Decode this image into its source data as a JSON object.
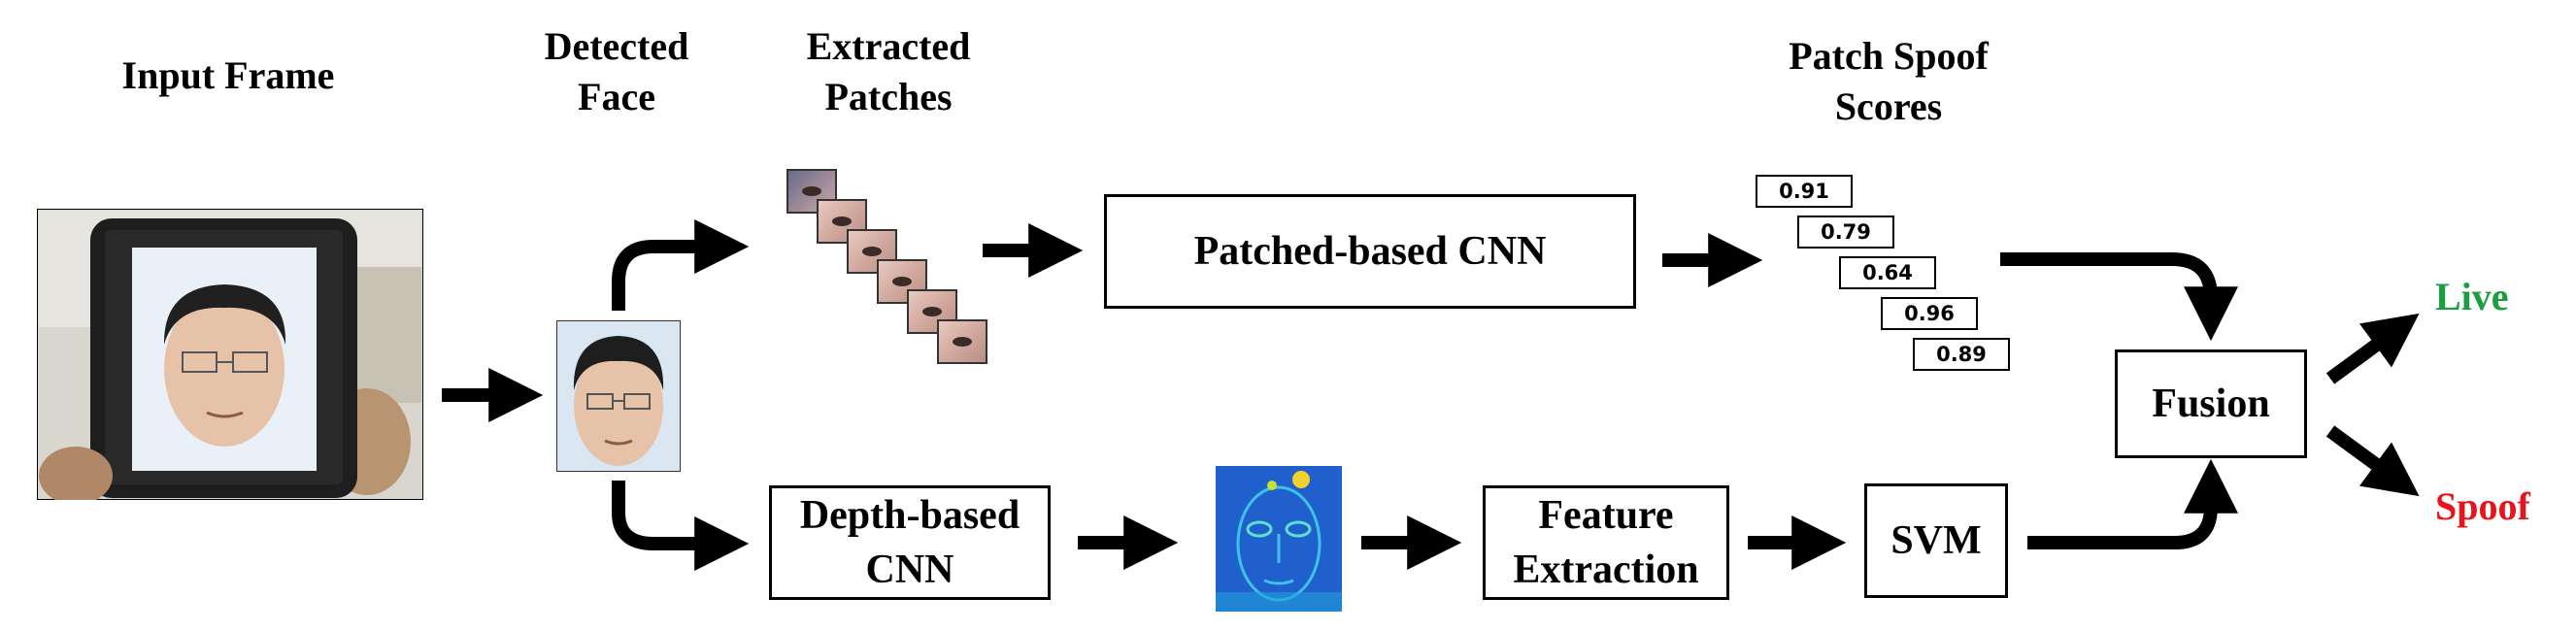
{
  "labels": {
    "input_frame": "Input Frame",
    "detected_face_1": "Detected",
    "detected_face_2": "Face",
    "extracted_patches_1": "Extracted",
    "extracted_patches_2": "Patches",
    "patch_spoof_scores_1": "Patch Spoof",
    "patch_spoof_scores_2": "Scores"
  },
  "boxes": {
    "patch_cnn": "Patched-based CNN",
    "depth_cnn_1": "Depth-based",
    "depth_cnn_2": "CNN",
    "feature_extraction_1": "Feature",
    "feature_extraction_2": "Extraction",
    "svm": "SVM",
    "fusion": "Fusion"
  },
  "scores": [
    "0.91",
    "0.79",
    "0.64",
    "0.96",
    "0.89"
  ],
  "outputs": {
    "live": "Live",
    "spoof": "Spoof"
  },
  "colors": {
    "live": "#1a9e3f",
    "spoof": "#e8141c",
    "depth_map_base": "#1747c8"
  }
}
